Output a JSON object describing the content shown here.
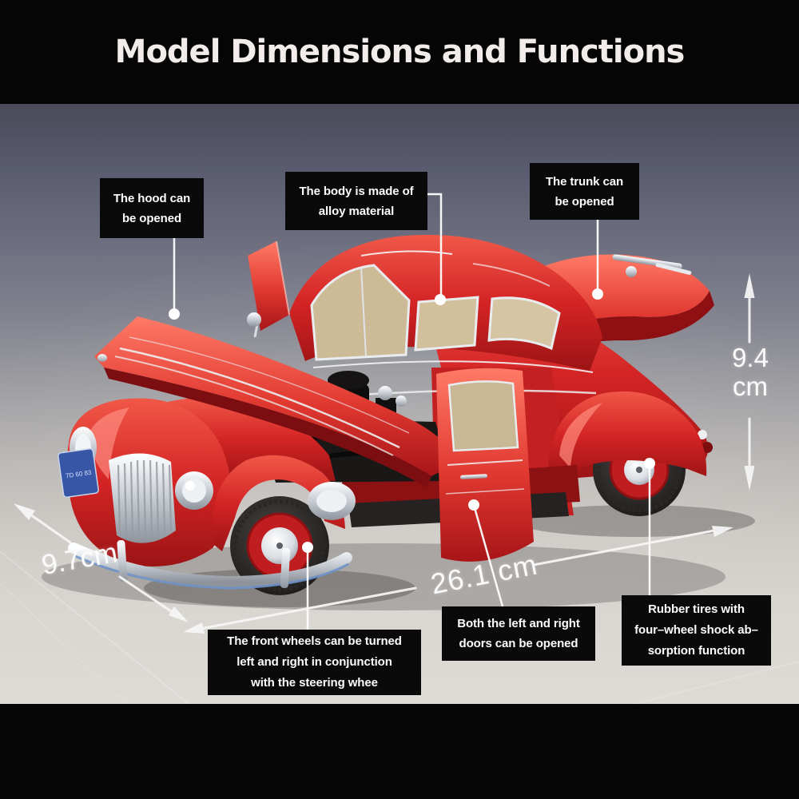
{
  "title": "Model Dimensions and Functions",
  "callouts": {
    "hood": {
      "lines": [
        "The hood can",
        "be opened"
      ]
    },
    "body": {
      "lines": [
        "The body is made of",
        "alloy material"
      ]
    },
    "trunk": {
      "lines": [
        "The trunk can",
        "be opened"
      ]
    },
    "doors": {
      "lines": [
        "Both the left and right",
        "doors can be opened"
      ]
    },
    "tires": {
      "lines": [
        "Rubber tires with",
        "four–wheel shock ab–",
        "sorption function"
      ]
    },
    "front_wheels": {
      "lines": [
        "The front wheels can be turned",
        "left and right in conjunction",
        "with the steering whee"
      ]
    }
  },
  "dimensions": {
    "height": {
      "value": "9.4",
      "unit": "cm"
    },
    "width": {
      "label": "9.7cm"
    },
    "length": {
      "label": "26.1 cm"
    }
  },
  "car": {
    "license_plate": "7D 60 83"
  },
  "palette": {
    "band": "#050505",
    "title_text": "#f2edea",
    "label_bg": "#0b0a0a",
    "label_text": "#fcfcfc",
    "annotation_white": "#ffffff",
    "car_red": "#d42425",
    "car_red_dark": "#8f1013",
    "interior_tan": "#d2c09c",
    "chrome": "#dfe3e8",
    "tire_black": "#161514",
    "rim_red": "#c01d20",
    "plate_blue": "#3757a6",
    "backdrop_top": "#4b4a5a",
    "backdrop_bottom": "#dedbd6"
  }
}
